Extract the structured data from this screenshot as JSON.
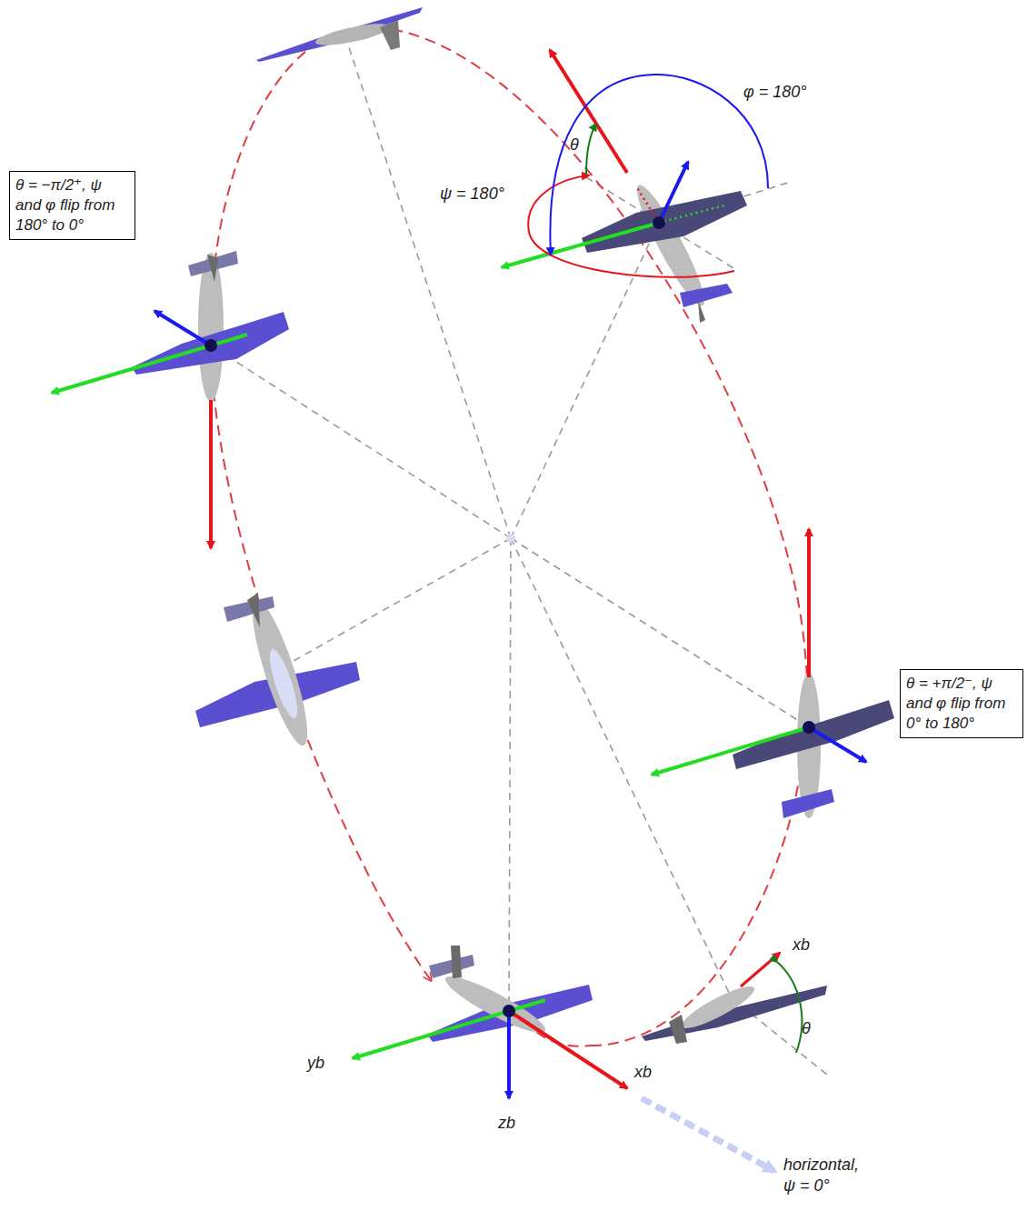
{
  "diagram": {
    "nodes": [
      {
        "text": [
          "θ = −π/2⁺, ψ and φ flip from 180° to 0°"
        ]
      },
      {
        "text": [
          "θ = +π/2⁻, ψ and φ flip from 0° to 180°"
        ]
      }
    ],
    "labels": [
      "φ = 180°",
      "θ",
      "ψ = 180°",
      "xb",
      "θ",
      "yb",
      "zb",
      "xb",
      "horizontal, ψ = 0°"
    ]
  }
}
